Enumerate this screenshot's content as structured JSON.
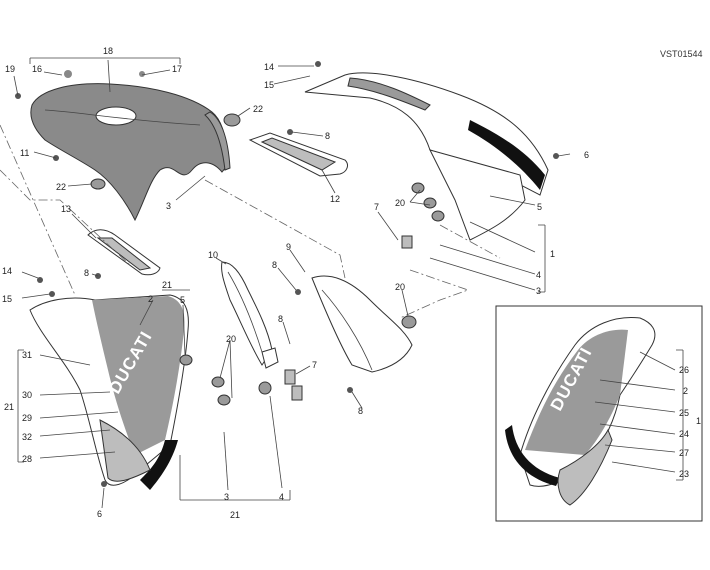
{
  "diagram": {
    "drawing_code": "VST01544",
    "brand_text": "DUCATI",
    "labels": {
      "l1": "1",
      "l2": "2",
      "l3": "3",
      "l4": "4",
      "l5": "5",
      "l6": "6",
      "l7": "7",
      "l8": "8",
      "l9": "9",
      "l10": "10",
      "l11": "11",
      "l12": "12",
      "l13": "13",
      "l14": "14",
      "l15": "15",
      "l16": "16",
      "l17": "17",
      "l18": "18",
      "l19": "19",
      "l20": "20",
      "l21": "21",
      "l22": "22",
      "l23": "23",
      "l24": "24",
      "l25": "25",
      "l26": "26",
      "l27": "27",
      "l28": "28",
      "l29": "29",
      "l30": "30",
      "l31": "31",
      "l32": "32"
    }
  }
}
